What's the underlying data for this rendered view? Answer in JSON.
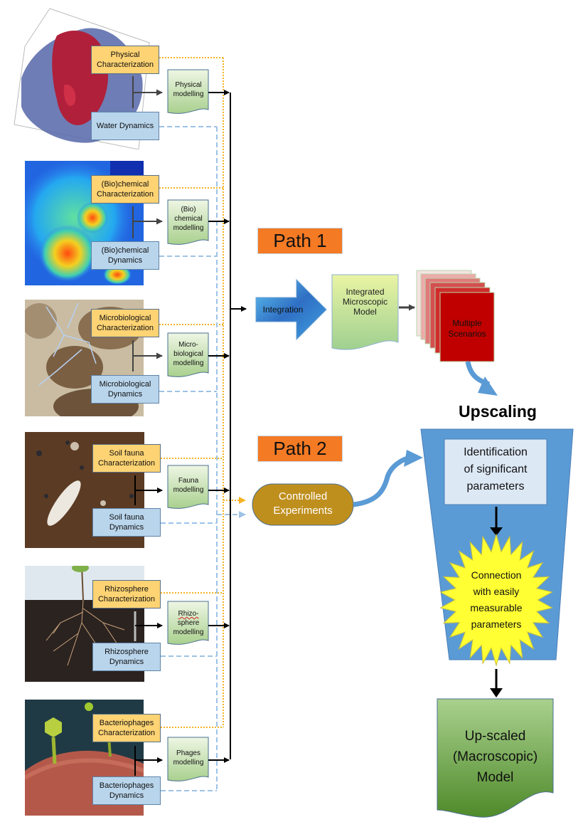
{
  "diagram": {
    "rows": [
      {
        "id": "physical",
        "image": "3d-soil-pore-render",
        "characterization": "Physical Characterization",
        "dynamics": "Water Dynamics",
        "model_lines": [
          "Physical",
          "modelling"
        ]
      },
      {
        "id": "biochemical",
        "image": "biochemical-heatmap",
        "characterization": "(Bio)chemical Characterization",
        "dynamics": "(Bio)chemical Dynamics",
        "model_lines": [
          "(Bio)",
          "chemical",
          "modelling"
        ]
      },
      {
        "id": "microbiological",
        "image": "fungal-hyphae-microscopy",
        "characterization": "Microbiological Characterization",
        "dynamics": "Microbiological Dynamics",
        "model_lines": [
          "Micro-",
          "biological",
          "modelling"
        ]
      },
      {
        "id": "soil-fauna",
        "image": "springtail-on-soil",
        "characterization": "Soil fauna Characterization",
        "dynamics": "Soil fauna Dynamics",
        "model_lines": [
          "Fauna",
          "modelling"
        ]
      },
      {
        "id": "rhizosphere",
        "image": "plant-roots-in-soil",
        "characterization": "Rhizosphere Characterization",
        "dynamics": "Rhizosphere Dynamics",
        "model_lines": [
          "Rhizo-",
          "sphere",
          "modelling"
        ]
      },
      {
        "id": "bacteriophages",
        "image": "phages-on-bacterium",
        "characterization": "Bacteriophages Characterization",
        "dynamics": "Bacteriophages Dynamics",
        "model_lines": [
          "Phages",
          "modelling"
        ]
      }
    ],
    "path1": {
      "label": "Path 1",
      "integration": "Integration",
      "integrated_model_lines": [
        "Integrated",
        "Microscopic",
        "Model"
      ],
      "scenarios_lines": [
        "Multiple",
        "Scenarios"
      ]
    },
    "path2": {
      "label": "Path 2",
      "experiments_lines": [
        "Controlled",
        "Experiments"
      ]
    },
    "upscaling": {
      "title": "Upscaling",
      "identification_lines": [
        "Identification",
        "of significant",
        "parameters"
      ],
      "connection_lines": [
        "Connection",
        "with easily",
        "measurable",
        "parameters"
      ],
      "output_lines": [
        "Up-scaled",
        "(Macroscopic)",
        "Model"
      ]
    },
    "colors": {
      "characterization": "#fdd373",
      "dynamics": "#b9d5ec",
      "path_label": "#f47a24",
      "funnel": "#5b9bd5",
      "burst": "#ffff33",
      "experiments": "#bf8f1e",
      "scenarios": "#c00000",
      "dotted_orange": "#f5b324",
      "dashed_blue": "#9dc3e6"
    }
  }
}
